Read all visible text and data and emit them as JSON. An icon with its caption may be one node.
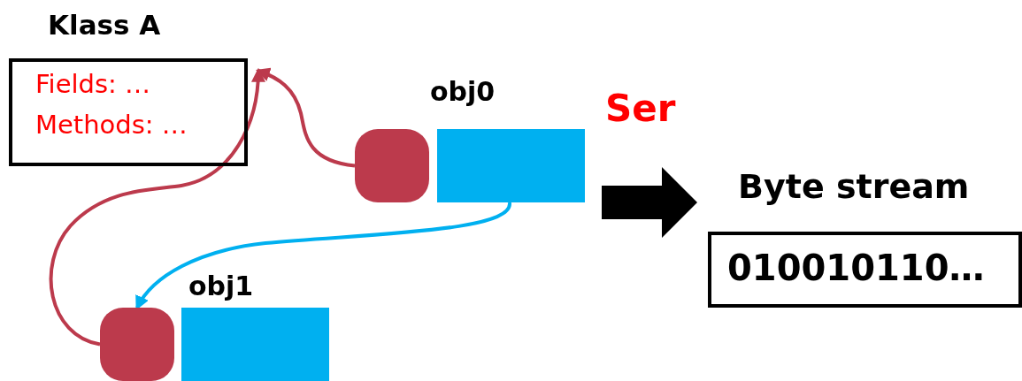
{
  "diagram": {
    "nodes": [
      {
        "text": [
          "Klass A",
          "Fields: …",
          "Methods: …"
        ]
      },
      {
        "text": [],
        "shape": "box"
      },
      {
        "text": [
          "obj0"
        ]
      },
      {
        "text": [],
        "shape": "box"
      },
      {
        "text": [
          "obj1"
        ]
      },
      {
        "text": [
          "Byte stream",
          "010010110…"
        ]
      }
    ],
    "edges": [
      {
        "from": 1,
        "to": 0,
        "arrow": "to",
        "color": "#bc3a4c"
      },
      {
        "from": 3,
        "to": 0,
        "arrow": "to",
        "color": "#bc3a4c"
      },
      {
        "from": 2,
        "to": 3,
        "arrow": "to",
        "color": "#00b0f0"
      },
      {
        "from": 2,
        "to": 5,
        "arrow": "to",
        "label": "Ser",
        "style": "thick",
        "color": "#000000"
      }
    ]
  }
}
